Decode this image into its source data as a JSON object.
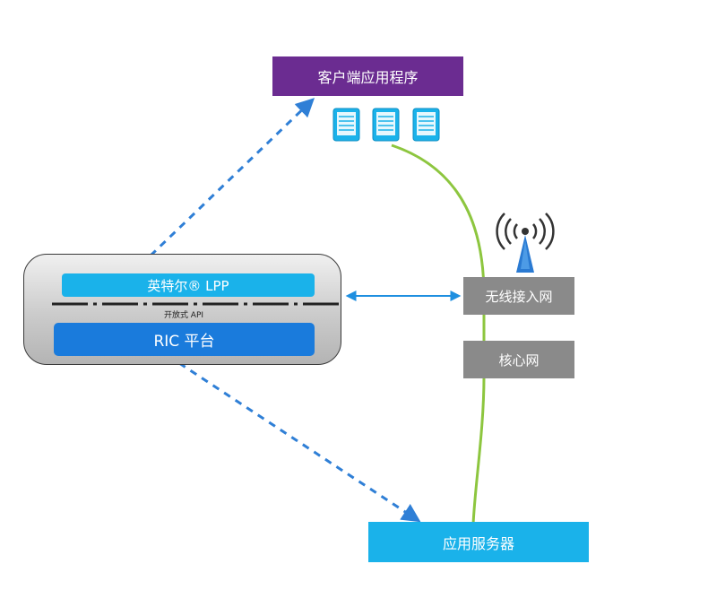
{
  "client_apps": {
    "label": "客户端应用程序"
  },
  "platform": {
    "lpp_label": "英特尔® LPP",
    "api_label": "开放式 API",
    "ric_label": "RIC 平台"
  },
  "network": {
    "ran_label": "无线接入网",
    "core_label": "核心网"
  },
  "server": {
    "label": "应用服务器"
  },
  "colors": {
    "client_purple": "#6b2c91",
    "cyan": "#1ab2ea",
    "ric_blue": "#1a7bdc",
    "network_gray": "#8a8a8a",
    "link_green": "#8dc63f",
    "dashed_blue": "#2f7fd6"
  },
  "icons": [
    "device-icon",
    "device-icon",
    "device-icon",
    "antenna-tower-icon"
  ]
}
